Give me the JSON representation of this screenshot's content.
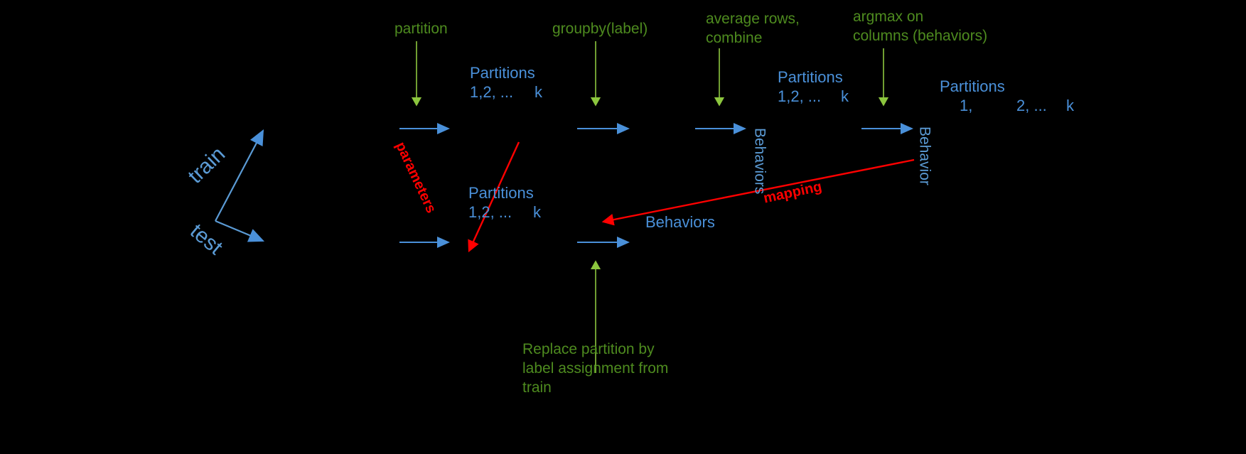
{
  "diagram": {
    "title": "Partition-based behavior mapping pipeline",
    "colors": {
      "background": "#000000",
      "green": "#4e8b1f",
      "green_arrow": "#8cc63e",
      "blue": "#5b9bd5",
      "blue_arrow": "#4a90d9",
      "red": "#ff0000"
    },
    "split": {
      "train_label": "train",
      "test_label": "test"
    },
    "annotations": {
      "partition": "partition",
      "groupby": "groupby(label)",
      "average_rows_line1": "average rows,",
      "average_rows_line2": "combine",
      "argmax_line1": "argmax on",
      "argmax_line2": "columns (behaviors)",
      "replace_line1": "Replace partition by",
      "replace_line2": "label assignment from",
      "replace_line3": "train"
    },
    "matrix_labels": {
      "train_partitions_header": "Partitions",
      "train_partitions_items": "1,2, ...",
      "train_partitions_k": "k",
      "test_partitions_header": "Partitions",
      "test_partitions_items": "1,2, ...",
      "test_partitions_k": "k",
      "combined_partitions_header": "Partitions",
      "combined_partitions_items": "1,2, ...",
      "combined_partitions_k": "k",
      "final_partitions_header": "Partitions",
      "final_partitions_item1": "1,",
      "final_partitions_item2": "2, ...",
      "final_partitions_k": "k",
      "behaviors_vertical": "Behaviors",
      "behavior_vertical": "Behavior",
      "behaviors_horizontal": "Behaviors"
    },
    "red_arrows": {
      "parameters": "parameters",
      "mapping": "mapping"
    }
  }
}
